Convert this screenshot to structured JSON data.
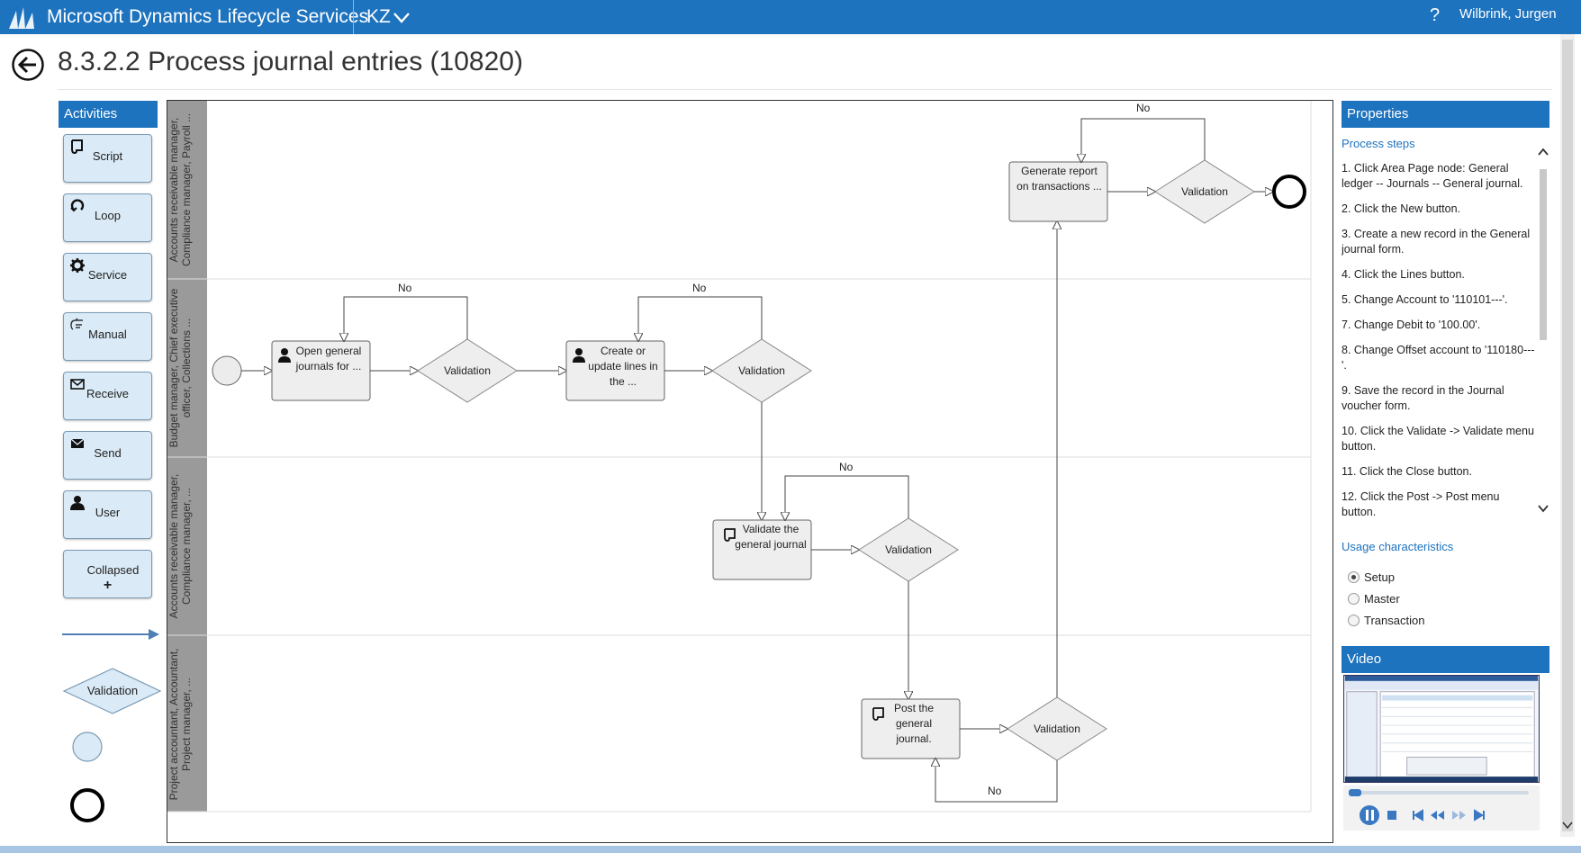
{
  "app": {
    "title": "Microsoft Dynamics Lifecycle Services",
    "project": "KZ",
    "help": "?",
    "user": "Wilbrink, Jurgen"
  },
  "page": {
    "title": "8.3.2.2 Process journal entries (10820)"
  },
  "activities": {
    "header": "Activities",
    "items": [
      {
        "label": "Script",
        "icon": "script-icon"
      },
      {
        "label": "Loop",
        "icon": "loop-icon"
      },
      {
        "label": "Service",
        "icon": "gear-icon"
      },
      {
        "label": "Manual",
        "icon": "hand-icon"
      },
      {
        "label": "Receive",
        "icon": "envelope-outline-icon"
      },
      {
        "label": "Send",
        "icon": "envelope-filled-icon"
      },
      {
        "label": "User",
        "icon": "user-icon"
      },
      {
        "label": "Collapsed",
        "icon": "plus-icon",
        "extra": "+"
      }
    ],
    "validation_label": "Validation"
  },
  "diagram": {
    "lanes": [
      "Accounts receivable manager, Compliance manager, Payroll ...",
      "Budget manager, Chief executive officer, Collections ...",
      "Accounts receivable manager, Compliance manager, ...",
      "Project accountant, Accountant, Project manager, ..."
    ],
    "nodes": {
      "open_journals": "Open general journals for ...",
      "create_lines": "Create or update lines in the ...",
      "validate_journal": "Validate the general journal",
      "post_journal": "Post the general journal.",
      "generate_report": "Generate report on transactions ..."
    },
    "decision_label": "Validation",
    "no_label": "No"
  },
  "properties": {
    "header": "Properties",
    "process_steps_title": "Process steps",
    "steps": [
      "1. Click Area Page node: General ledger -- Journals -- General journal.",
      "2. Click the New button.",
      "3. Create a new record in the General journal form.",
      "4. Click the Lines button.",
      "5. Change Account to '110101---'.",
      "7. Change Debit to '100.00'.",
      "8. Change Offset account to '110180---'.",
      "9. Save the record in the Journal voucher form.",
      "10. Click the Validate -> Validate menu button.",
      "11. Click the Close button.",
      "12. Click the Post -> Post menu button."
    ],
    "usage_title": "Usage characteristics",
    "usage_options": [
      {
        "label": "Setup",
        "selected": true
      },
      {
        "label": "Master",
        "selected": false
      },
      {
        "label": "Transaction",
        "selected": false
      }
    ]
  },
  "video": {
    "header": "Video"
  }
}
